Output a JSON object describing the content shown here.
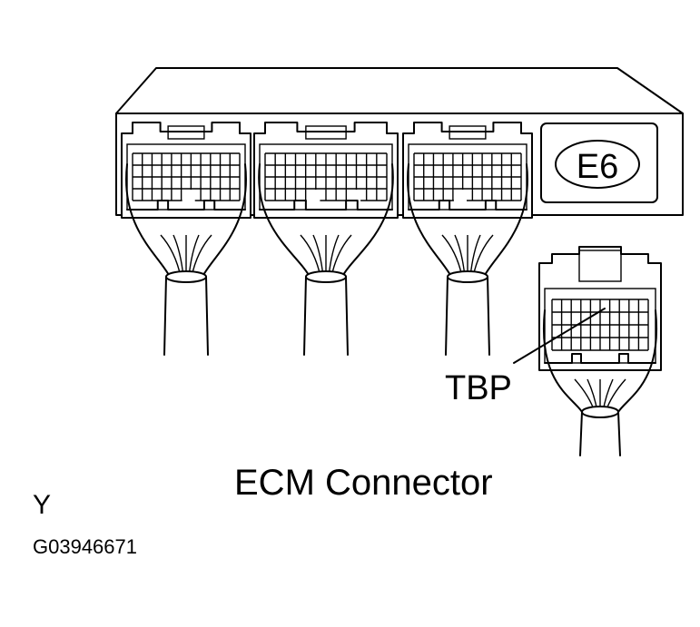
{
  "labels": {
    "connector_code": "E6",
    "pin_label": "TBP",
    "caption": "ECM Connector",
    "corner_letter": "Y",
    "figure_id": "G03946671"
  }
}
